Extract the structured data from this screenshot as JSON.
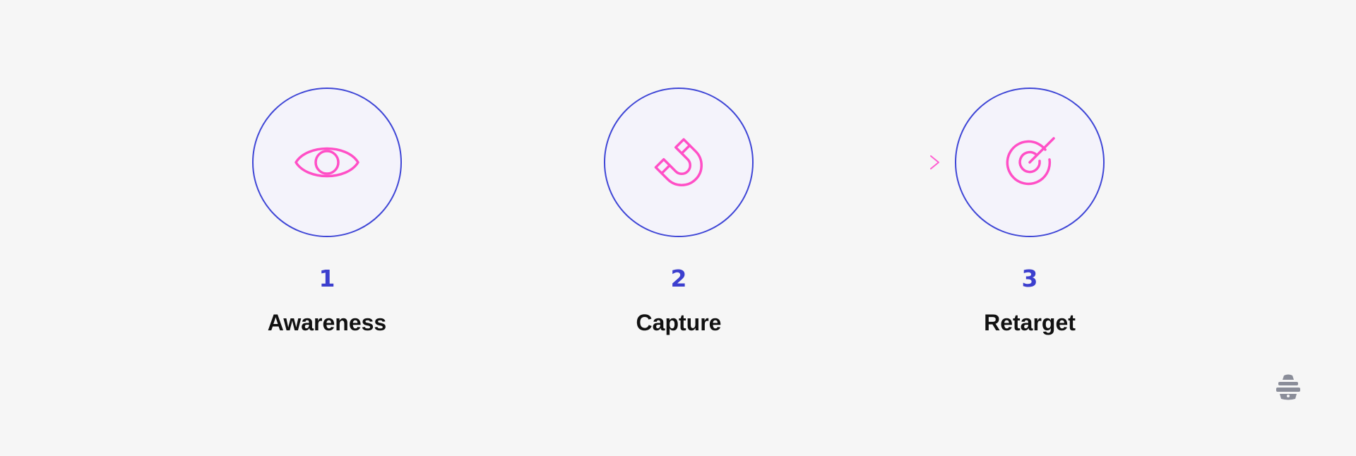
{
  "steps": [
    {
      "number": "1",
      "label": "Awareness",
      "icon": "eye-icon"
    },
    {
      "number": "2",
      "label": "Capture",
      "icon": "magnet-icon"
    },
    {
      "number": "3",
      "label": "Retarget",
      "icon": "target-icon"
    }
  ],
  "colors": {
    "circle_border": "#3f46d6",
    "circle_fill": "#f4f3fb",
    "icon": "#ff4fc6",
    "number": "#3c3fce",
    "label": "#111111",
    "connector_start": "#5a7de8",
    "connector_end": "#ff5fd0",
    "brand_icon": "#8a8d99"
  },
  "brand": {
    "icon": "beehive-logo-icon"
  }
}
